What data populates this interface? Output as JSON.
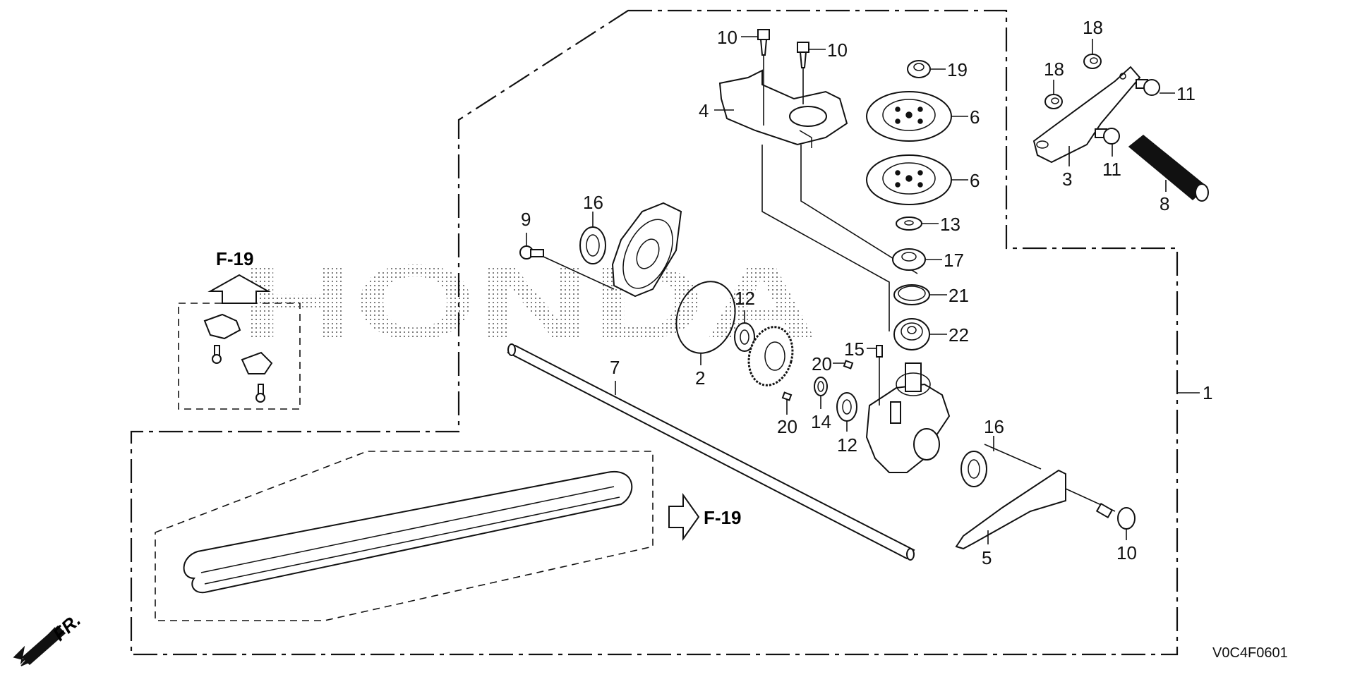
{
  "diagram": {
    "title": "",
    "watermark": "HONDA",
    "figure_code": "V0C4F0601",
    "front_indicator": "FR.",
    "references": [
      {
        "id": "ref-up",
        "text": "F-19",
        "arrow": "up"
      },
      {
        "id": "ref-right",
        "text": "F-19",
        "arrow": "right"
      }
    ],
    "callouts": [
      {
        "num": "1"
      },
      {
        "num": "2"
      },
      {
        "num": "3"
      },
      {
        "num": "4"
      },
      {
        "num": "5"
      },
      {
        "num": "6"
      },
      {
        "num": "6"
      },
      {
        "num": "7"
      },
      {
        "num": "8"
      },
      {
        "num": "9"
      },
      {
        "num": "10"
      },
      {
        "num": "10"
      },
      {
        "num": "10"
      },
      {
        "num": "11"
      },
      {
        "num": "11"
      },
      {
        "num": "12"
      },
      {
        "num": "12"
      },
      {
        "num": "13"
      },
      {
        "num": "14"
      },
      {
        "num": "15"
      },
      {
        "num": "16"
      },
      {
        "num": "16"
      },
      {
        "num": "17"
      },
      {
        "num": "18"
      },
      {
        "num": "18"
      },
      {
        "num": "19"
      },
      {
        "num": "20"
      },
      {
        "num": "20"
      },
      {
        "num": "21"
      },
      {
        "num": "22"
      }
    ]
  }
}
